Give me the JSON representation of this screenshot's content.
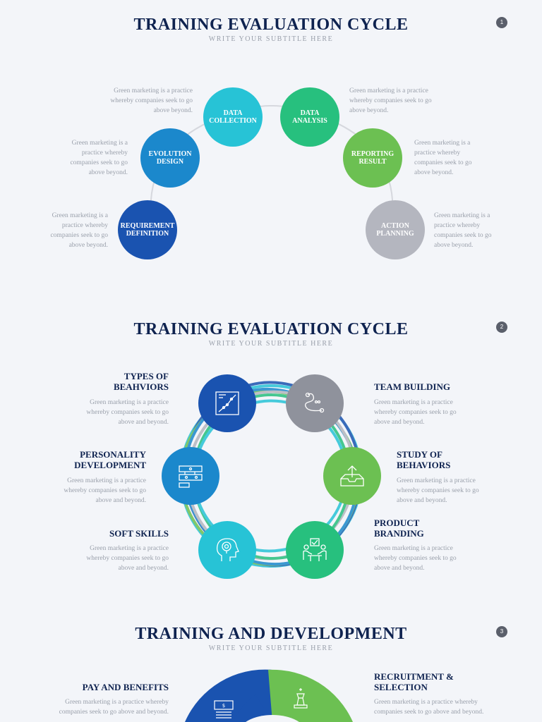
{
  "desc_text": "Green marketing is a practice whereby companies seek to go above beyond.",
  "desc_text2": "Green marketing is a practice whereby companies seek to go above and beyond.",
  "slide1": {
    "title": "TRAINING EVALUATION CYCLE",
    "subtitle": "WRITE YOUR SUBTITLE HERE",
    "page": "1",
    "steps": [
      {
        "label": "DATA COLLECTION",
        "color": "#27c3d6"
      },
      {
        "label": "DATA ANALYSIS",
        "color": "#27c07e"
      },
      {
        "label": "EVOLUTION DESIGN",
        "color": "#1b88cc"
      },
      {
        "label": "REPORTING RESULT",
        "color": "#6cc052"
      },
      {
        "label": "REQUIREMENT DEFINITION",
        "color": "#1a53b0"
      },
      {
        "label": "ACTION PLANNING",
        "color": "#b4b6bf"
      }
    ]
  },
  "slide2": {
    "title": "TRAINING EVALUATION CYCLE",
    "subtitle": "WRITE YOUR SUBTITLE HERE",
    "page": "2",
    "items": [
      {
        "label": "TYPES OF BEAHVIORS",
        "icon": "chart-icon",
        "color": "#1a53b0"
      },
      {
        "label": "TEAM BUILDING",
        "icon": "route-icon",
        "color": "#8f929c"
      },
      {
        "label": "PERSONALITY DEVELOPMENT",
        "icon": "flow-icon",
        "color": "#1b88cc"
      },
      {
        "label": "STUDY OF BEHAVIORS",
        "icon": "inbox-upload-icon",
        "color": "#6cc052"
      },
      {
        "label": "SOFT SKILLS",
        "icon": "head-idea-icon",
        "color": "#27c3d6"
      },
      {
        "label": "PRODUCT BRANDING",
        "icon": "meeting-icon",
        "color": "#27c07e"
      }
    ]
  },
  "slide3": {
    "title": "TRAINING AND DEVELOPMENT",
    "subtitle": "WRITE YOUR SUBTITLE HERE",
    "page": "3",
    "items": [
      {
        "label": "PAY AND BENEFITS",
        "icon": "money-icon",
        "color": "#1a53b0"
      },
      {
        "label": "RECRUITMENT & SELECTION",
        "icon": "chess-icon",
        "color": "#6cc052"
      }
    ]
  }
}
